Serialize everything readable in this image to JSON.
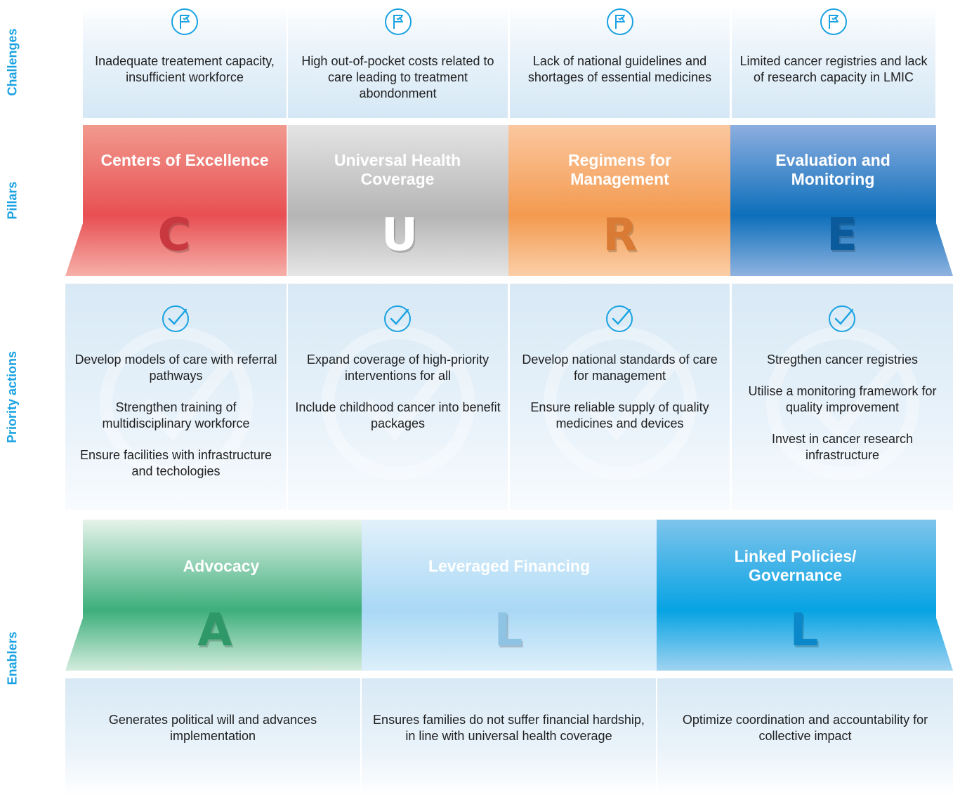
{
  "rows": {
    "challenges": "Challenges",
    "pillars": "Pillars",
    "priority_actions": "Priority actions",
    "enablers": "Enablers"
  },
  "challenges": [
    {
      "icon": "flag-icon",
      "text": "Inadequate treatement capacity, insufficient workforce"
    },
    {
      "icon": "flag-icon",
      "text": "High out-of-pocket costs related to care leading to treatment abondonment"
    },
    {
      "icon": "flag-icon",
      "text": "Lack of national guidelines and shortages of essential medicines"
    },
    {
      "icon": "flag-icon",
      "text": "Limited cancer registries and lack of research capacity in LMIC"
    }
  ],
  "pillars": [
    {
      "title": "Centers of Excellence",
      "letter": "C",
      "color_top": "#f19a8e",
      "color_mid": "#e84f53",
      "letter_color": "#c8383e"
    },
    {
      "title": "Universal Health Coverage",
      "letter": "U",
      "color_top": "#e4e4e4",
      "color_mid": "#b5b5b5",
      "letter_color": "#ffffff"
    },
    {
      "title": "Regimens for Management",
      "letter": "R",
      "color_top": "#fbc79f",
      "color_mid": "#f39a4f",
      "letter_color": "#d97a35"
    },
    {
      "title": "Evaluation and Monitoring",
      "letter": "E",
      "color_top": "#8eaee0",
      "color_mid": "#0d6fbb",
      "letter_color": "#0b5a9c"
    }
  ],
  "priority_actions": [
    {
      "icon": "checkmark-icon",
      "items": [
        "Develop models of care with referral pathways",
        "Strengthen training of multidisciplinary workforce",
        "Ensure facilities with infrastructure and techologies"
      ]
    },
    {
      "icon": "checkmark-icon",
      "items": [
        "Expand coverage of high-priority interventions for all",
        "Include childhood cancer into benefit packages"
      ]
    },
    {
      "icon": "checkmark-icon",
      "items": [
        "Develop national standards of care for management",
        "Ensure reliable supply of quality medicines and devices"
      ]
    },
    {
      "icon": "checkmark-icon",
      "items": [
        "Stregthen cancer registries",
        "Utilise a monitoring framework for quality improvement",
        "Invest in cancer research infrastructure"
      ]
    }
  ],
  "enablers": [
    {
      "title": "Advocacy",
      "letter": "A",
      "color_top": "#e6f3ea",
      "color_mid": "#3daf7c",
      "letter_color": "#2e9868",
      "description": "Generates political will and advances implementation"
    },
    {
      "title": "Leveraged Financing",
      "letter": "L",
      "color_top": "#e2f1fb",
      "color_mid": "#a9d8f5",
      "letter_color": "#8fc3e3",
      "description": "Ensures families do not suffer financial hardship, in line with universal health coverage"
    },
    {
      "title": "Linked Policies/ Governance",
      "letter": "L",
      "color_top": "#7ec4ec",
      "color_mid": "#07a3e3",
      "letter_color": "#0a88c9",
      "description": "Optimize coordination and accountability for collective impact"
    }
  ],
  "colors": {
    "accent": "#1aa2e2"
  }
}
